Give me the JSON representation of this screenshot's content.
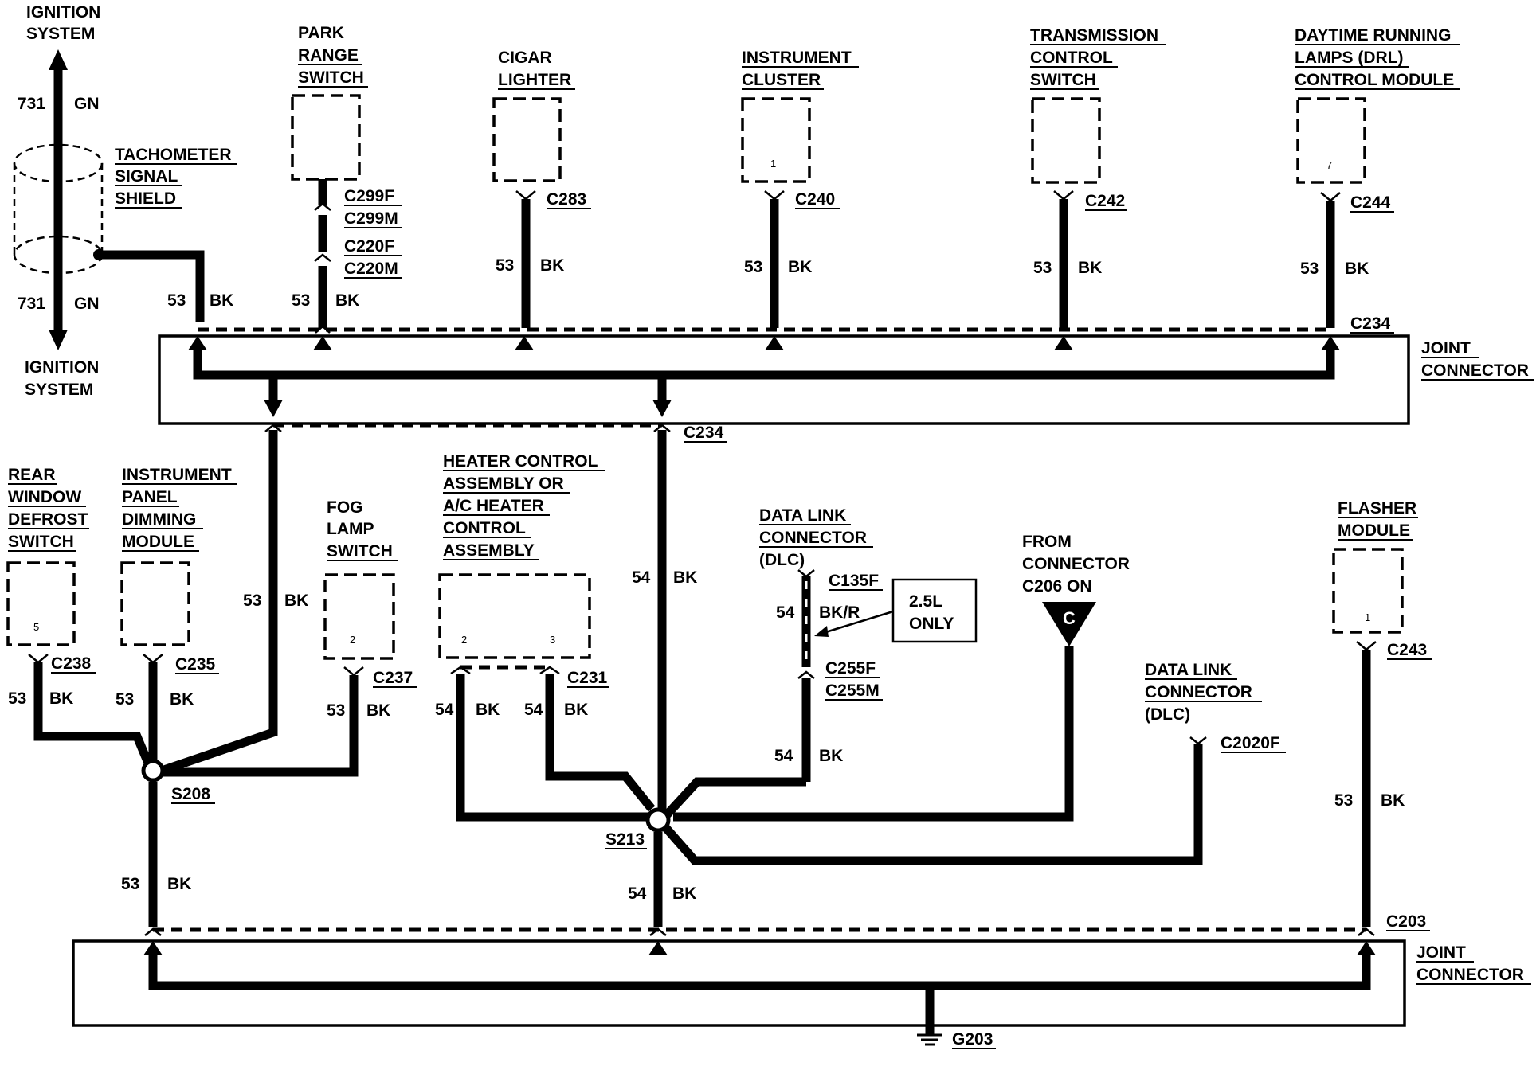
{
  "components": {
    "ignition_top": [
      "IGNITION",
      "SYSTEM"
    ],
    "ignition_bottom": [
      "IGNITION",
      "SYSTEM"
    ],
    "tach_shield": [
      "TACHOMETER",
      "SIGNAL",
      "SHIELD"
    ],
    "park_range": [
      "PARK",
      "RANGE",
      "SWITCH"
    ],
    "cigar": [
      "CIGAR",
      "LIGHTER"
    ],
    "cluster": [
      "INSTRUMENT",
      "CLUSTER"
    ],
    "trans_switch": [
      "TRANSMISSION",
      "CONTROL",
      "SWITCH"
    ],
    "drl": [
      "DAYTIME RUNNING",
      "LAMPS (DRL)",
      "CONTROL MODULE"
    ],
    "joint_top": [
      "JOINT",
      "CONNECTOR"
    ],
    "joint_bottom": [
      "JOINT",
      "CONNECTOR"
    ],
    "rear_defrost": [
      "REAR",
      "WINDOW",
      "DEFROST",
      "SWITCH"
    ],
    "ip_dimming": [
      "INSTRUMENT",
      "PANEL",
      "DIMMING",
      "MODULE"
    ],
    "fog_lamp": [
      "FOG",
      "LAMP",
      "SWITCH"
    ],
    "heater_control": [
      "HEATER CONTROL",
      "ASSEMBLY OR",
      "A/C HEATER",
      "CONTROL",
      "ASSEMBLY"
    ],
    "dlc_top": [
      "DATA LINK",
      "CONNECTOR",
      "(DLC)"
    ],
    "from_conn": [
      "FROM",
      "CONNECTOR",
      "C206 ON"
    ],
    "dlc_bottom": [
      "DATA LINK",
      "CONNECTOR",
      "(DLC)"
    ],
    "flasher": [
      "FLASHER",
      "MODULE"
    ]
  },
  "connectors": {
    "c299f": "C299F",
    "c299m": "C299M",
    "c220f": "C220F",
    "c220m": "C220M",
    "c283": "C283",
    "c240": "C240",
    "c242": "C242",
    "c244": "C244",
    "c234_top": "C234",
    "c234_bot": "C234",
    "c238": "C238",
    "c235": "C235",
    "c237": "C237",
    "c231": "C231",
    "c135f": "C135F",
    "c255f": "C255F",
    "c255m": "C255M",
    "c2020f": "C2020F",
    "c243": "C243",
    "c203": "C203",
    "s208": "S208",
    "s213": "S213",
    "g203": "G203"
  },
  "pins": {
    "cluster": "1",
    "drl": "7",
    "rear_defrost": "5",
    "fog": "2",
    "heater_a": "2",
    "heater_b": "3",
    "flasher": "1"
  },
  "wires": {
    "ign_top": {
      "circuit": "731",
      "color": "GN"
    },
    "ign_bot": {
      "circuit": "731",
      "color": "GN"
    },
    "shield": {
      "circuit": "53",
      "color": "BK"
    },
    "park": {
      "circuit": "53",
      "color": "BK"
    },
    "cigar": {
      "circuit": "53",
      "color": "BK"
    },
    "cluster": {
      "circuit": "53",
      "color": "BK"
    },
    "trans": {
      "circuit": "53",
      "color": "BK"
    },
    "drl": {
      "circuit": "53",
      "color": "BK"
    },
    "s208_up": {
      "circuit": "53",
      "color": "BK"
    },
    "s213_up": {
      "circuit": "54",
      "color": "BK"
    },
    "rear": {
      "circuit": "53",
      "color": "BK"
    },
    "ipdim": {
      "circuit": "53",
      "color": "BK"
    },
    "fog": {
      "circuit": "53",
      "color": "BK"
    },
    "heat_a": {
      "circuit": "54",
      "color": "BK"
    },
    "heat_b": {
      "circuit": "54",
      "color": "BK"
    },
    "dlc_mid": {
      "circuit": "54",
      "color": "BK/R"
    },
    "dlc_low": {
      "circuit": "54",
      "color": "BK"
    },
    "s208_down": {
      "circuit": "53",
      "color": "BK"
    },
    "s213_down": {
      "circuit": "54",
      "color": "BK"
    },
    "flasher": {
      "circuit": "53",
      "color": "BK"
    }
  },
  "note": [
    "2.5L",
    "ONLY"
  ],
  "c206_letter": "C"
}
